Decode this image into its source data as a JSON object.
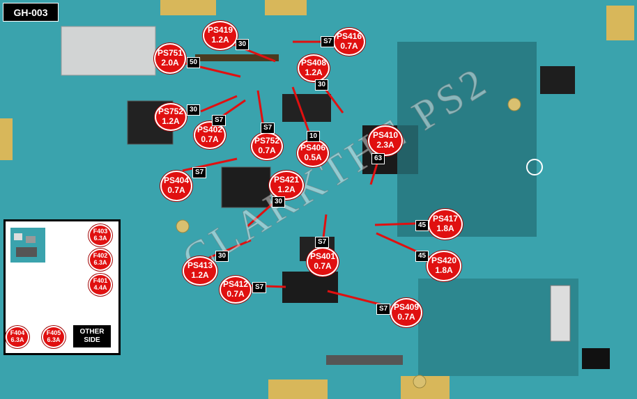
{
  "board_label": "GH-003",
  "watermark": "CLARKTHE PS2",
  "other_side_label": [
    "OTHER",
    "SIDE"
  ],
  "colors": {
    "callout": "#e01010",
    "arrow": "#e01010",
    "board": "#2f9aa4",
    "tag": "#000000"
  },
  "callouts": [
    {
      "id": "PS419",
      "rating": "1.2A"
    },
    {
      "id": "PS416",
      "rating": "0.7A"
    },
    {
      "id": "PS751",
      "rating": "2.0A"
    },
    {
      "id": "PS408",
      "rating": "1.2A"
    },
    {
      "id": "PS752",
      "rating": "1.2A"
    },
    {
      "id": "PS402",
      "rating": "0.7A"
    },
    {
      "id": "PS752",
      "rating": "0.7A"
    },
    {
      "id": "PS406",
      "rating": "0.5A"
    },
    {
      "id": "PS410",
      "rating": "2.3A"
    },
    {
      "id": "PS404",
      "rating": "0.7A"
    },
    {
      "id": "PS421",
      "rating": "1.2A"
    },
    {
      "id": "PS417",
      "rating": "1.8A"
    },
    {
      "id": "PS401",
      "rating": "0.7A"
    },
    {
      "id": "PS420",
      "rating": "1.8A"
    },
    {
      "id": "PS413",
      "rating": "1.2A"
    },
    {
      "id": "PS412",
      "rating": "0.7A"
    },
    {
      "id": "PS409",
      "rating": "0.7A"
    },
    {
      "id": "F403",
      "rating": "6.3A"
    },
    {
      "id": "F402",
      "rating": "6.3A"
    },
    {
      "id": "F401",
      "rating": "4.4A"
    },
    {
      "id": "F404",
      "rating": "6.3A"
    },
    {
      "id": "F405",
      "rating": "6.3A"
    }
  ],
  "tags": [
    "30",
    "S7",
    "50",
    "30",
    "30",
    "S7",
    "S7",
    "10",
    "63",
    "S7",
    "30",
    "45",
    "S7",
    "30",
    "45",
    "S7",
    "S7"
  ]
}
